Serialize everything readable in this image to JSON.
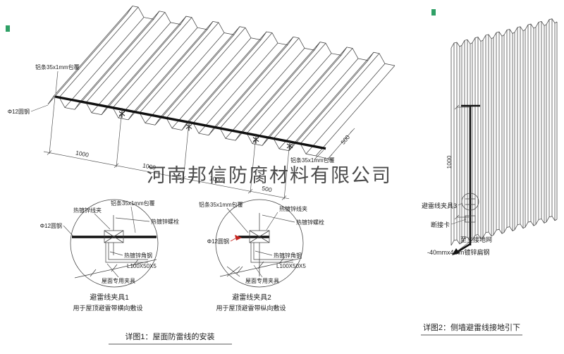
{
  "watermark": {
    "text": "河南邦信防腐材料有限公司",
    "color": "#8b8b8b"
  },
  "fig1": {
    "caption": "详图1：屋面防雷线的安装",
    "roof": {
      "label_strip_left": "铝条35x1mm包覆",
      "label_rod": "Φ12圆钢",
      "label_strip_right": "铝条35x1mm包覆",
      "dims": [
        "1000",
        "1000",
        "1000",
        "500"
      ],
      "dim_slope": "500"
    },
    "detail1": {
      "title": "避雷线夹具1",
      "subtitle": "用于屋顶避雷带横向敷设",
      "label_clip": "热镀锌线夹",
      "label_strip": "铝条35x1mm包覆",
      "label_bolt": "热镀锌螺栓",
      "label_rod": "Φ12圆钢",
      "label_angle": "热镀锌角钢",
      "label_angle_spec": "L100X50X5",
      "label_fixture": "屋面专用夹具"
    },
    "detail2": {
      "title": "避雷线夹具2",
      "subtitle": "用于屋顶避雷带纵向敷设",
      "label_strip": "铝条35x1mm包覆",
      "label_clip": "热镀锌线夹",
      "label_bolt": "热镀锌螺栓",
      "label_rod": "Φ12圆钢",
      "label_rod_color": "#c4241f",
      "label_angle": "热镀锌角钢",
      "label_angle_spec": "L100X50X5",
      "label_fixture": "屋面专用夹具"
    }
  },
  "fig2": {
    "caption": "详图2：侧墙避雷线接地引下",
    "dim_height": "1000",
    "label_clamp": "避雷线夹具3",
    "label_disconnector": "断接卡",
    "label_to_grid": "至主接地网",
    "label_flat_steel": "-40mmx4mm镀锌扁钢"
  },
  "colors": {
    "mark_green": "#2fa066"
  }
}
